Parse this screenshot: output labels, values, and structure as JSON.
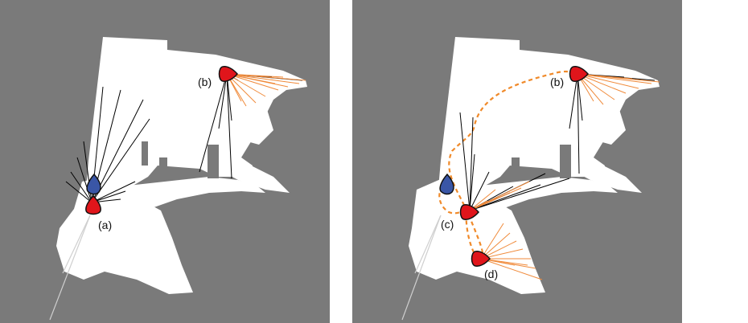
{
  "colors": {
    "background": "#7a7a7a",
    "map_free": "#ffffff",
    "robot": "#e0151b",
    "robot_current": "#3a56a6",
    "ray": "#000000",
    "frontier_ray": "#f08a3a",
    "path": "#f08a2a"
  },
  "left_panel": {
    "labels": {
      "a": "(a)",
      "b": "(b)"
    }
  },
  "right_panel": {
    "labels": {
      "b": "(b)",
      "c": "(c)",
      "d": "(d)"
    }
  }
}
